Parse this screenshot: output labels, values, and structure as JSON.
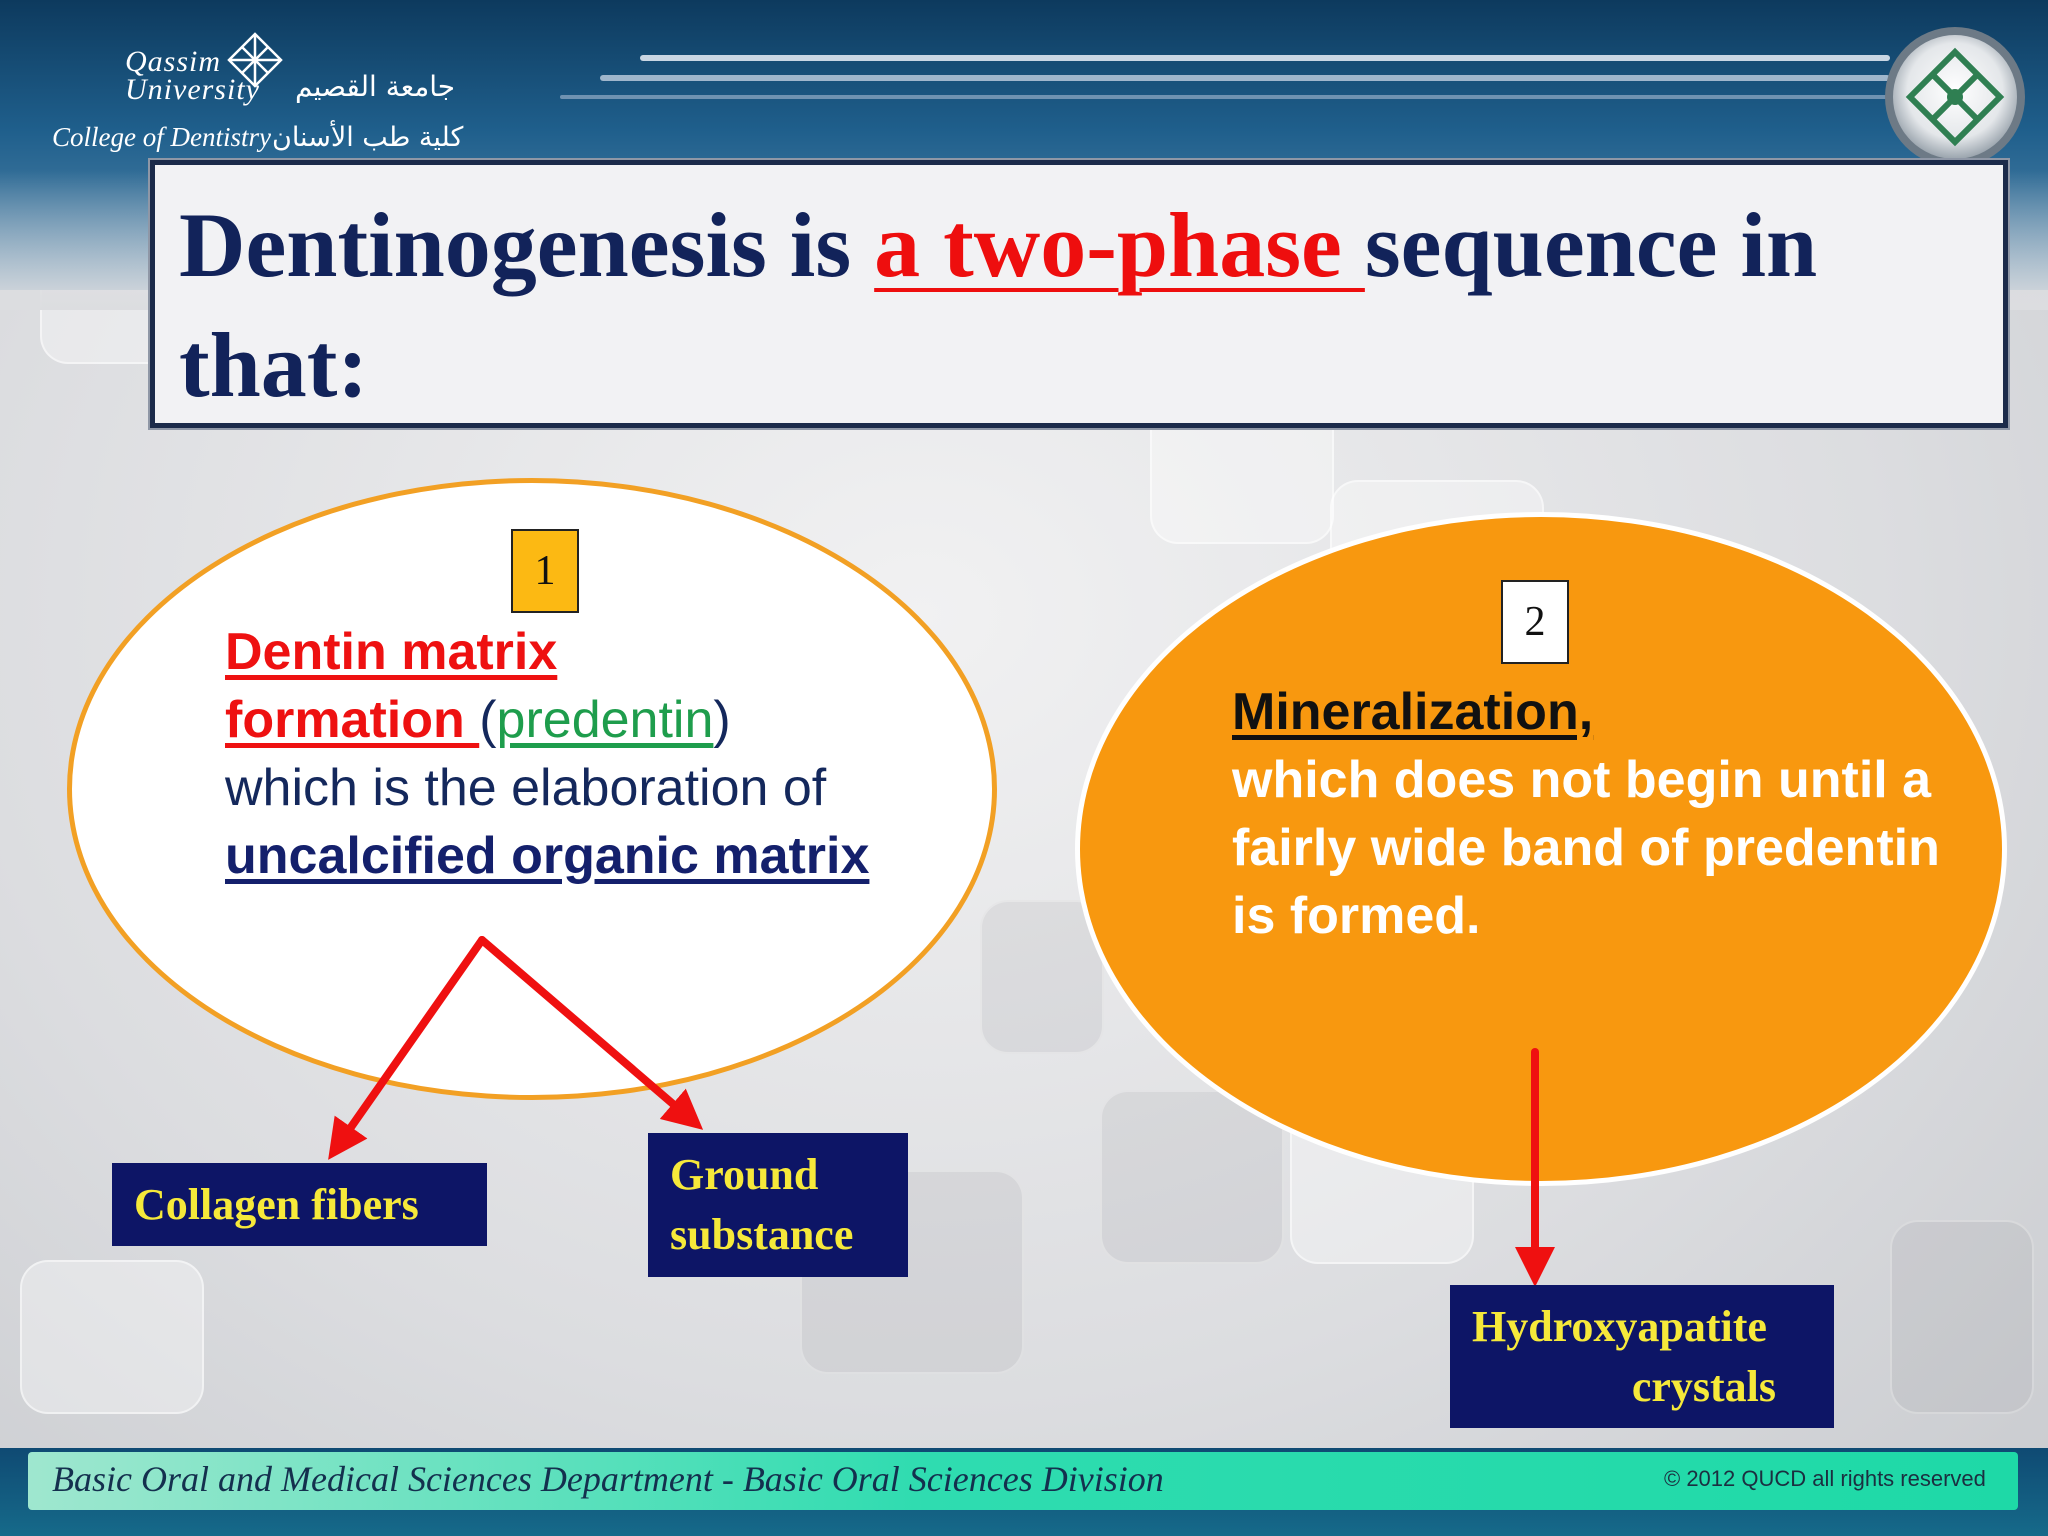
{
  "header": {
    "logo_line1": "Qassim",
    "logo_line2": "University",
    "logo_line3": "College of Dentistry",
    "logo_arabic": "جامعة القصيم",
    "logo_arabic_2": "كلية طب الأسنان"
  },
  "title": {
    "part1": "Dentinogenesis is ",
    "highlight": "a two-phase ",
    "part2": "sequence in that:"
  },
  "phase1": {
    "number": "1",
    "heading_a": "Dentin matrix",
    "heading_b": "formation ",
    "paren_open": "(",
    "predentin": "predentin",
    "paren_close": ")",
    "desc": "which is the elaboration of ",
    "emph": "uncalcified organic matrix"
  },
  "phase2": {
    "number": "2",
    "heading": "Mineralization,",
    "desc": "which does not begin until a fairly  wide band of predentin is formed."
  },
  "labels": {
    "collagen": "Collagen fibers",
    "ground_1": "Ground",
    "ground_2": "substance",
    "hydroxy_1": "Hydroxyapatite",
    "hydroxy_2": "crystals"
  },
  "footer": {
    "left": "Basic Oral and Medical Sciences Department - Basic Oral Sciences Division",
    "right": "© 2012 QUCD all rights reserved"
  },
  "colors": {
    "title_navy": "#12235a",
    "highlight_red": "#ee0e0e",
    "ellipse2_orange": "#f8980f",
    "label_bg": "#0d1566",
    "label_text": "#f6e93a",
    "arrow_red": "#ef1010"
  }
}
